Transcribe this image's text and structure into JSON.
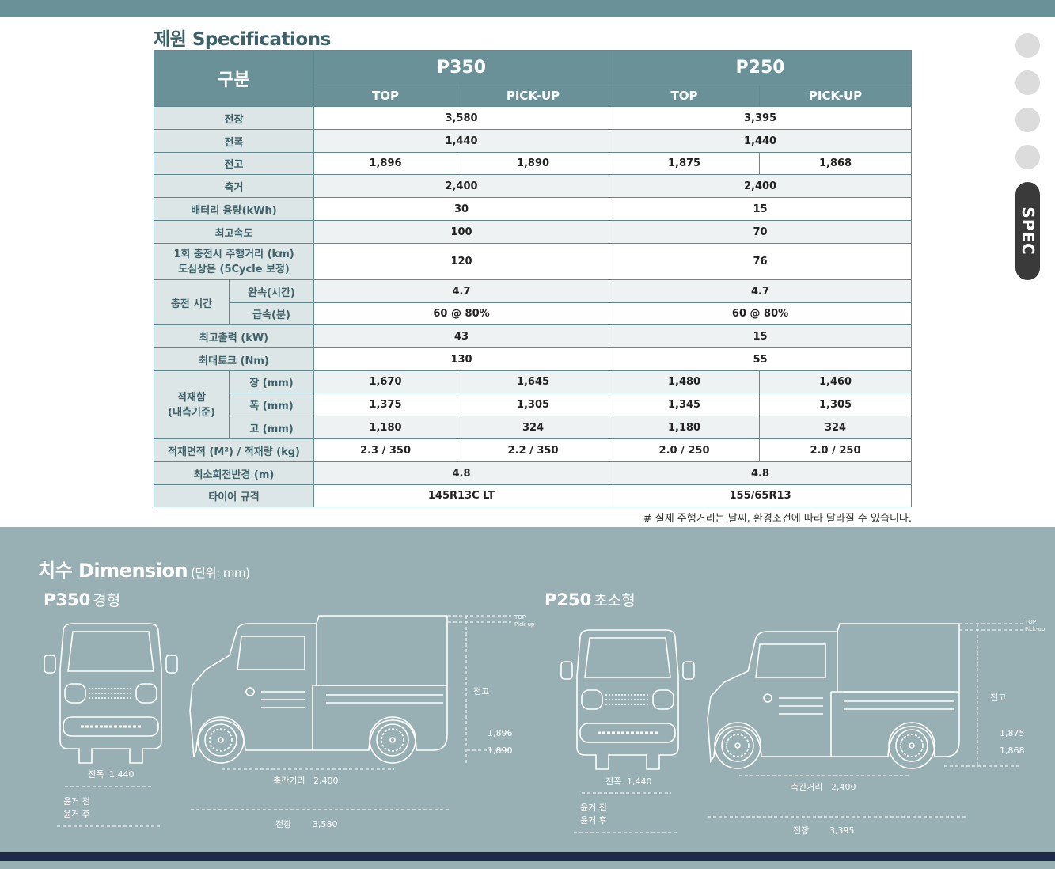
{
  "spec": {
    "title": "제원 Specifications",
    "corner_label": "구분",
    "models": [
      "P350",
      "P250"
    ],
    "variants": [
      "TOP",
      "PICK-UP",
      "TOP",
      "PICK-UP"
    ],
    "rows": {
      "length": {
        "label": "전장",
        "p350": "3,580",
        "p250": "3,395"
      },
      "width": {
        "label": "전폭",
        "p350": "1,440",
        "p250": "1,440"
      },
      "height": {
        "label": "전고",
        "p350_top": "1,896",
        "p350_pick": "1,890",
        "p250_top": "1,875",
        "p250_pick": "1,868"
      },
      "wheelbase": {
        "label": "축거",
        "p350": "2,400",
        "p250": "2,400"
      },
      "battery": {
        "label": "배터리 용량(kWh)",
        "p350": "30",
        "p250": "15"
      },
      "top_speed": {
        "label": "최고속도",
        "p350": "100",
        "p250": "70"
      },
      "range": {
        "label_1": "1회 충전시 주행거리 (km)",
        "label_2": "도심상온 (5Cycle 보정)",
        "p350": "120",
        "p250": "76"
      },
      "charge": {
        "group": "충전 시간",
        "slow": {
          "label": "완속(시간)",
          "p350": "4.7",
          "p250": "4.7"
        },
        "fast": {
          "label": "급속(분)",
          "p350": "60 @ 80%",
          "p250": "60 @ 80%"
        }
      },
      "power": {
        "label": "최고출력 (kW)",
        "p350": "43",
        "p250": "15"
      },
      "torque": {
        "label": "최대토크 (Nm)",
        "p350": "130",
        "p250": "55"
      },
      "cargo": {
        "group_1": "적재함",
        "group_2": "(내측기준)",
        "len": {
          "label": "장 (mm)",
          "p350_top": "1,670",
          "p350_pick": "1,645",
          "p250_top": "1,480",
          "p250_pick": "1,460"
        },
        "wid": {
          "label": "폭 (mm)",
          "p350_top": "1,375",
          "p350_pick": "1,305",
          "p250_top": "1,345",
          "p250_pick": "1,305"
        },
        "hgt": {
          "label": "고 (mm)",
          "p350_top": "1,180",
          "p350_pick": "324",
          "p250_top": "1,180",
          "p250_pick": "324"
        }
      },
      "load": {
        "label": "적재면적 (M²) / 적재량 (kg)",
        "p350_top": "2.3 / 350",
        "p350_pick": "2.2 / 350",
        "p250_top": "2.0 / 250",
        "p250_pick": "2.0 / 250"
      },
      "turning": {
        "label": "최소회전반경 (m)",
        "p350": "4.8",
        "p250": "4.8"
      },
      "tire": {
        "label": "타이어 규격",
        "p350": "145R13C LT",
        "p250": "155/65R13"
      }
    },
    "footnote": "# 실제 주행거리는 날씨, 환경조건에 따라 달라질 수 있습니다."
  },
  "side_nav": {
    "active_label": "SPEC"
  },
  "dimension": {
    "title": "치수 Dimension",
    "unit": "(단위: mm)",
    "p350": {
      "name": "P350",
      "class": "경형",
      "width_label": "전폭",
      "width_value": "1,440",
      "track_front": "윤거 전",
      "track_rear": "윤거 후",
      "wheelbase_label": "축간거리",
      "wheelbase_value": "2,400",
      "length_label": "전장",
      "length_value": "3,580",
      "height_label": "전고",
      "height_top": "1,896",
      "height_pick": "1,890",
      "legend_top": "TOP",
      "legend_pick": "Pick-up"
    },
    "p250": {
      "name": "P250",
      "class": "초소형",
      "width_label": "전폭",
      "width_value": "1,440",
      "track_front": "윤거 전",
      "track_rear": "윤거 후",
      "wheelbase_label": "축간거리",
      "wheelbase_value": "2,400",
      "length_label": "전장",
      "length_value": "3,395",
      "height_label": "전고",
      "height_top": "1,875",
      "height_pick": "1,868",
      "legend_top": "TOP",
      "legend_pick": "Pick-up"
    }
  },
  "colors": {
    "teal_header": "#6b9198",
    "label_bg": "#dce6e7",
    "section_bg": "#98b0b3",
    "navy": "#1e2a4a",
    "title": "#3d6168"
  }
}
